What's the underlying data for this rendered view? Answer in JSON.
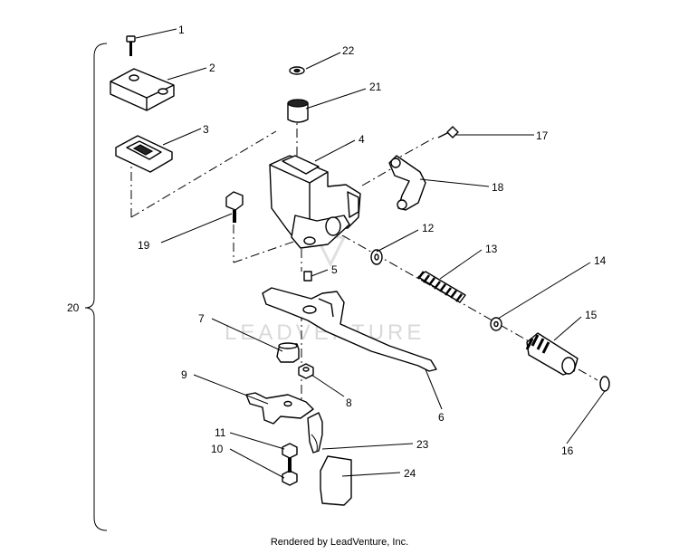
{
  "callouts": {
    "c1": "1",
    "c2": "2",
    "c3": "3",
    "c4": "4",
    "c5": "5",
    "c6": "6",
    "c7": "7",
    "c8": "8",
    "c9": "9",
    "c10": "10",
    "c11": "11",
    "c12": "12",
    "c13": "13",
    "c14": "14",
    "c15": "15",
    "c16": "16",
    "c17": "17",
    "c18": "18",
    "c19": "19",
    "c20": "20",
    "c21": "21",
    "c22": "22",
    "c23": "23",
    "c24": "24"
  },
  "watermark": "LEADVENTURE",
  "footer": "Rendered by LeadVenture, Inc."
}
